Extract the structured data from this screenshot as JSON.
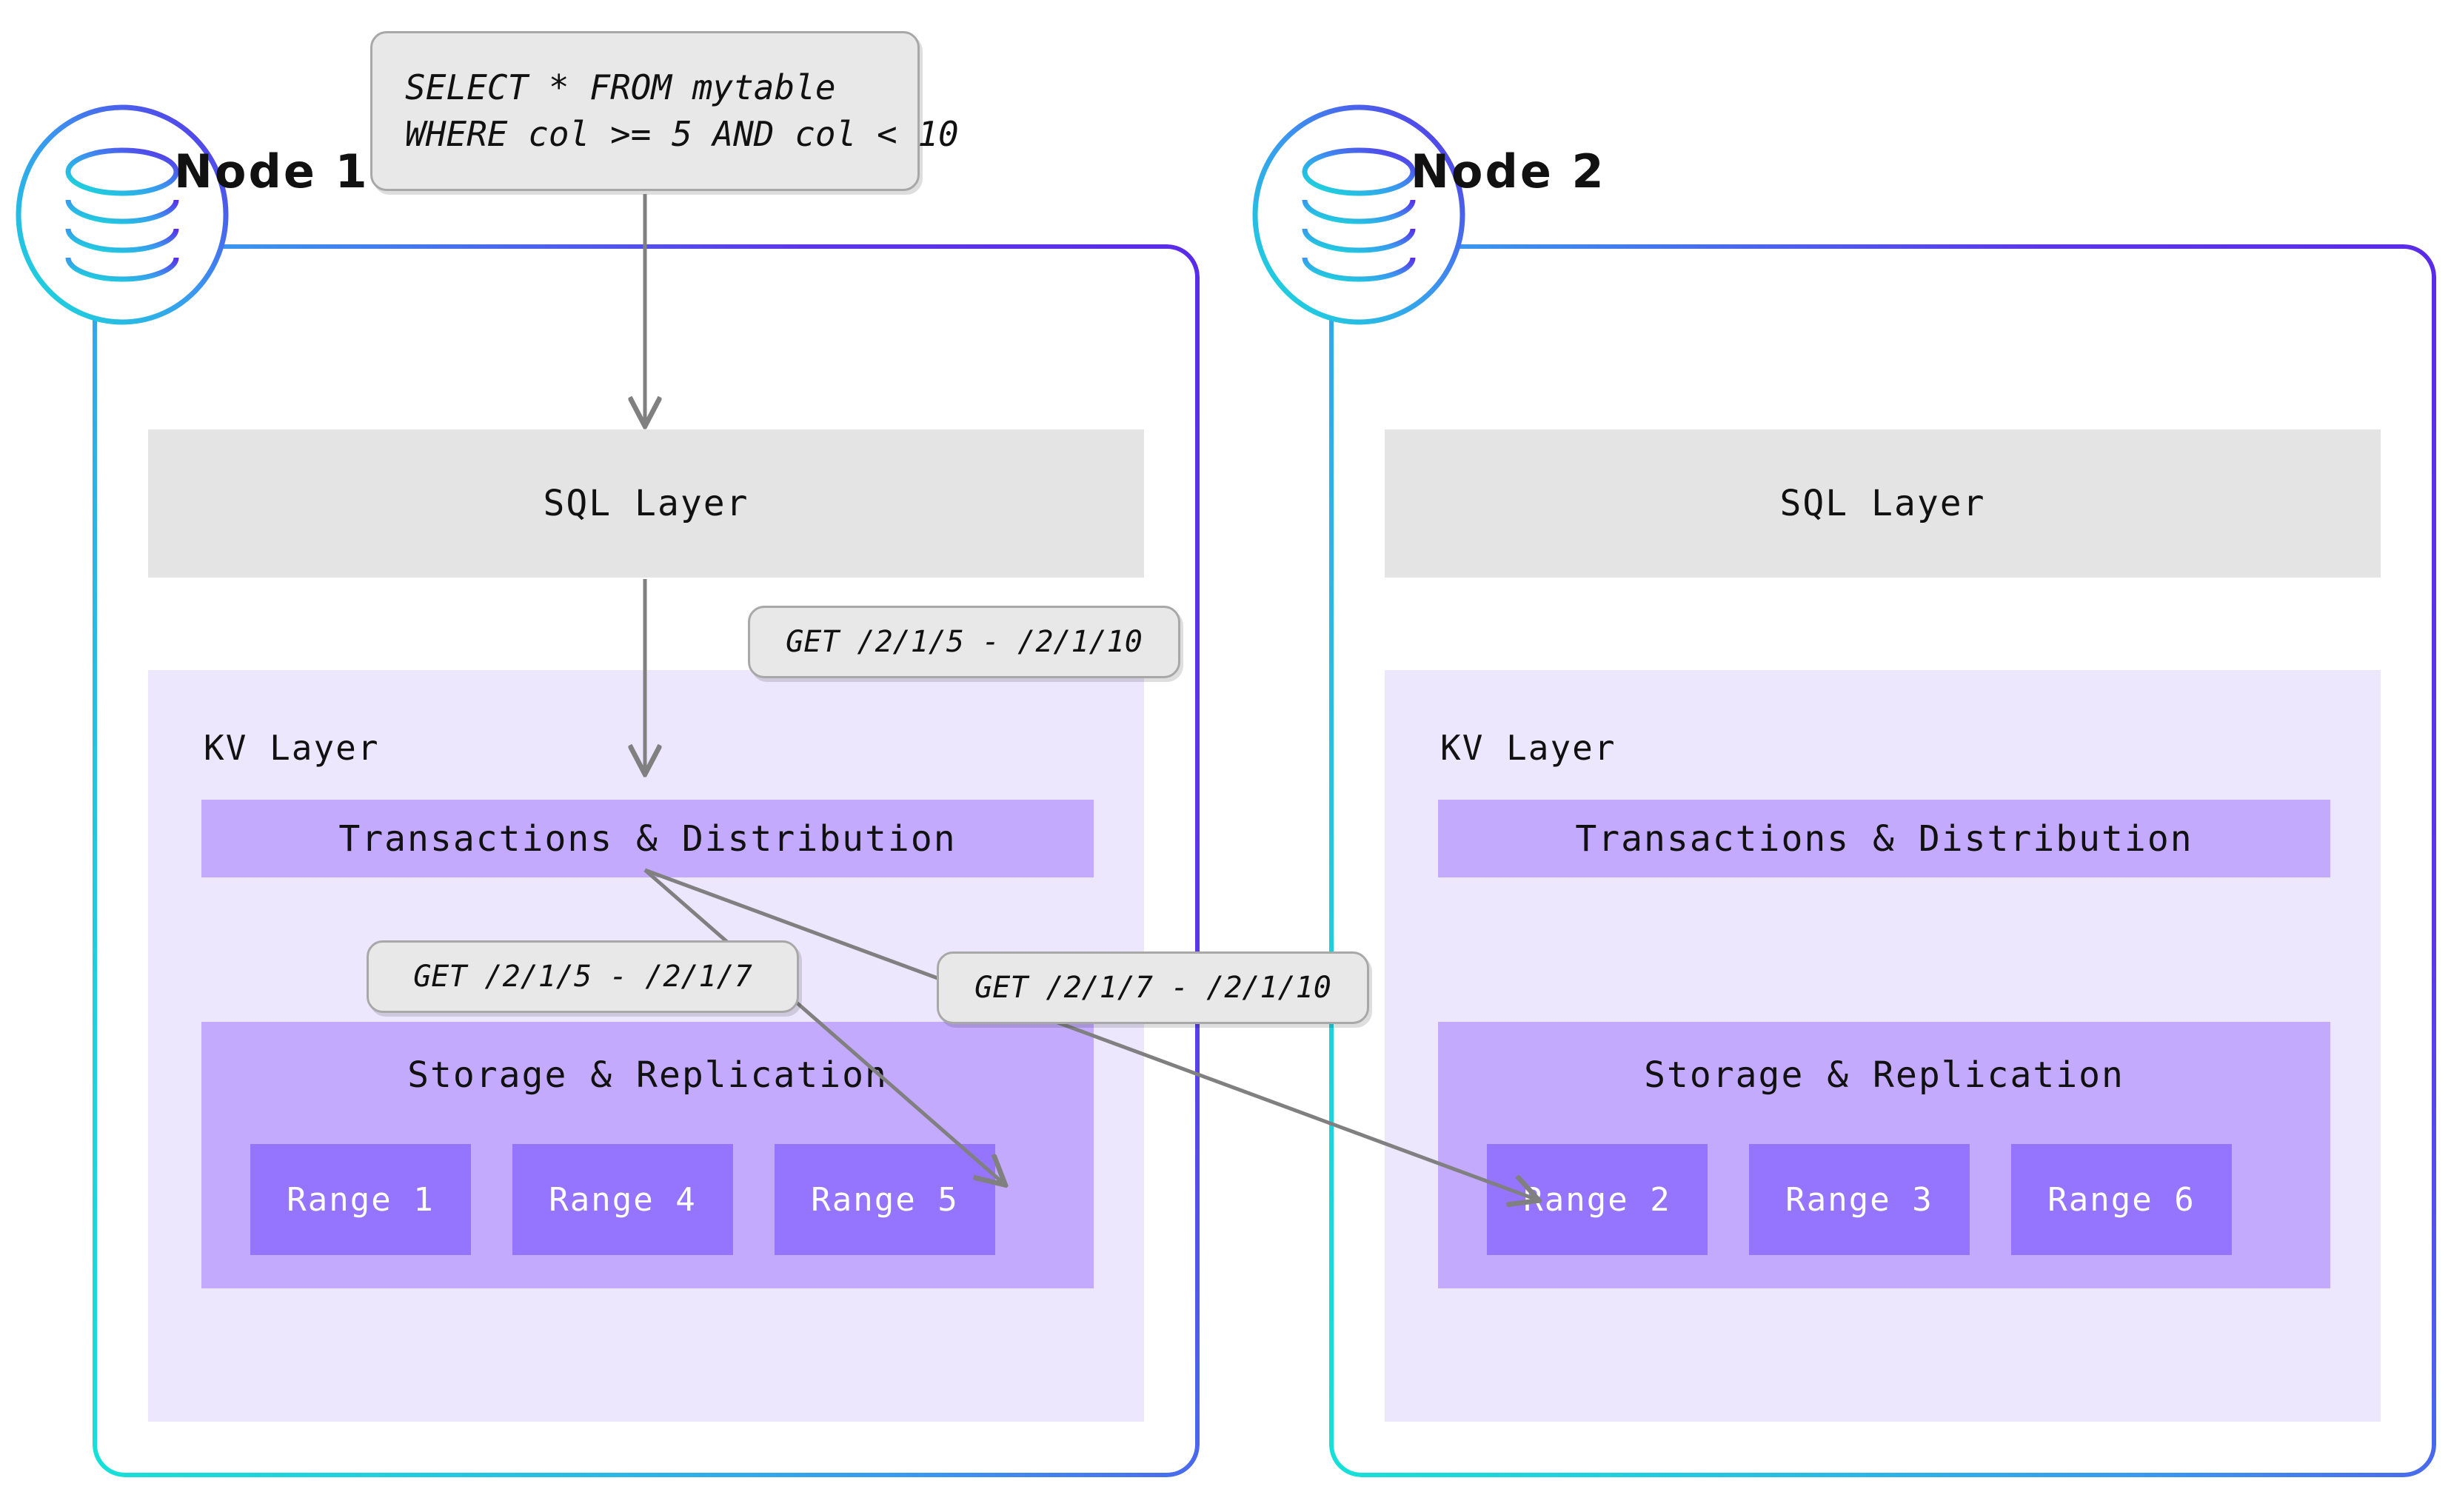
{
  "query": {
    "line1": "SELECT * FROM mytable",
    "line2": "WHERE col >= 5 AND col < 10"
  },
  "labels": {
    "sql_layer": "SQL Layer",
    "kv_layer": "KV Layer",
    "transactions": "Transactions & Distribution",
    "storage": "Storage & Replication"
  },
  "nodes": [
    {
      "title": "Node 1",
      "ranges": [
        "Range 1",
        "Range 4",
        "Range 5"
      ]
    },
    {
      "title": "Node 2",
      "ranges": [
        "Range 2",
        "Range 3",
        "Range 6"
      ]
    }
  ],
  "requests": {
    "top": "GET /2/1/5 - /2/1/10",
    "left": "GET /2/1/5 - /2/1/7",
    "right": "GET /2/1/7 - /2/1/10"
  },
  "colors": {
    "gradient_start": "#16e0d8",
    "gradient_mid": "#3a97ef",
    "gradient_end": "#5a2ce8",
    "sql_layer_bg": "#e4e4e4",
    "kv_layer_bg": "#ede7fd",
    "bar_bg": "#c3aafd",
    "range_bg": "#9575fd",
    "callout_bg": "#e8e8e8",
    "callout_border": "#a8a8a8",
    "arrow": "#808080"
  }
}
